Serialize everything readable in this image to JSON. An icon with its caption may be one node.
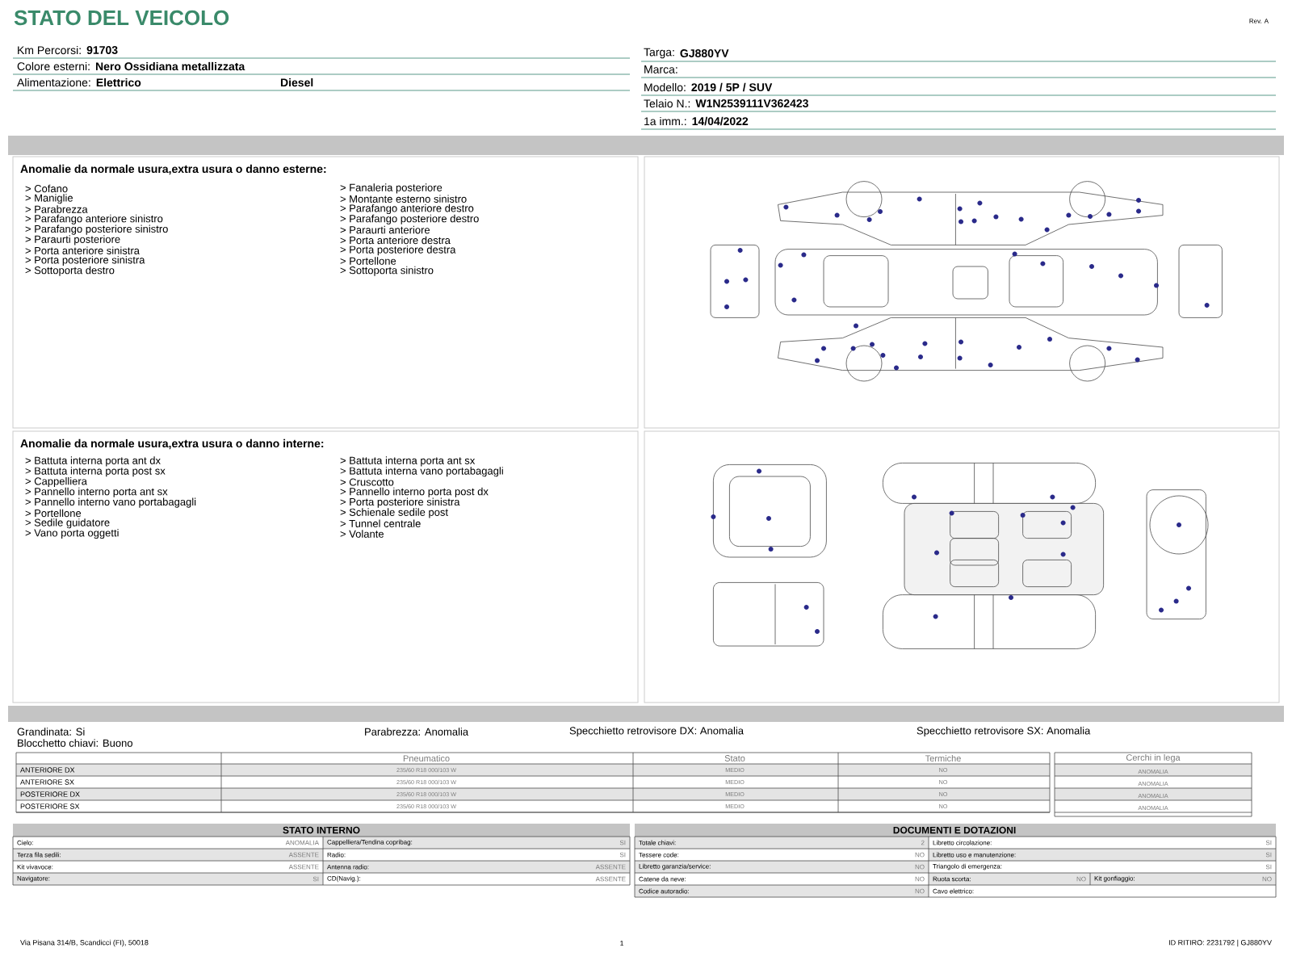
{
  "diagram": {
    "title": "STATO DEL VEICOLO",
    "labels": [
      "Rev. A",
      "Km Percorsi:",
      "91703",
      "Colore esterni:",
      "Nero Ossidiana metallizzata",
      "Alimentazione:",
      "Elettrico",
      "Diesel",
      "Targa:",
      "GJ880YV",
      "Marca:",
      "Modello:",
      "2019 / 5P / SUV",
      "Telaio N.:",
      "W1N2539111V362423",
      "1a imm.:",
      "14/04/2022",
      "Anomalie da normale usura,extra usura o danno esterne:",
      "> Cofano",
      "> Maniglie",
      "> Parabrezza",
      "> Parafango anteriore sinistro",
      "> Parafango posteriore sinistro",
      "> Paraurti posteriore",
      "> Porta anteriore sinistra",
      "> Porta posteriore sinistra",
      "> Sottoporta destro",
      "> Fanaleria posteriore",
      "> Montante esterno sinistro",
      "> Parafango anteriore destro",
      "> Parafango posteriore destro",
      "> Paraurti anteriore",
      "> Porta anteriore destra",
      "> Porta posteriore destra",
      "> Portellone",
      "> Sottoporta sinistro",
      "Anomalie da normale usura,extra usura o danno interne:",
      "> Battuta interna porta ant dx",
      "> Battuta interna porta post sx",
      "> Cappelliera",
      "> Pannello interno porta ant sx",
      "> Pannello interno vano portabagagli",
      "> Portellone",
      "> Sedile guidatore",
      "> Vano porta oggetti",
      "> Battuta interna porta ant sx",
      "> Battuta interna vano portabagagli",
      "> Cruscotto",
      "> Pannello interno porta post dx",
      "> Porta posteriore sinistra",
      "> Schienale sedile post",
      "> Tunnel centrale",
      "> Volante",
      "Grandinata: Si",
      "Parabrezza: Anomalia",
      "Specchietto retrovisore DX: Anomalia",
      "Specchietto retrovisore SX: Anomalia",
      "Blocchetto chiavi: Buono",
      "Pneumatico",
      "Stato",
      "Termiche",
      "Cerchi in lega",
      "ANTERIORE DX",
      "235/60 R18 000/103 W",
      "MEDIO",
      "NO",
      "ANOMALIA",
      "ANTERIORE SX",
      "235/60 R18 000/103 W",
      "MEDIO",
      "NO",
      "ANOMALIA",
      "POSTERIORE DX",
      "235/60 R18 000/103 W",
      "MEDIO",
      "NO",
      "ANOMALIA",
      "POSTERIORE SX",
      "235/60 R18 000/103 W",
      "MEDIO",
      "NO",
      "ANOMALIA",
      "STATO INTERNO",
      "Cielo:",
      "ANOMALIA",
      "Cappelliera/Tendina copribag:",
      "SI",
      "Terza fila sedili:",
      "ASSENTE",
      "Radio:",
      "SI",
      "Kit vivavoce:",
      "ASSENTE",
      "Antenna radio:",
      "ASSENTE",
      "Navigatore:",
      "SI",
      "CD(Navig.):",
      "ASSENTE",
      "DOCUMENTI E DOTAZIONI",
      "Totale chiavi:",
      "2",
      "Libretto circolazione:",
      "SI",
      "Tessere code:",
      "NO",
      "Libretto uso e manutenzione:",
      "SI",
      "Libretto garanzia/service:",
      "NO",
      "Triangolo di emergenza:",
      "SI",
      "Catene da neve:",
      "NO",
      "Ruota scorta:",
      "NO",
      "Kit gonfiaggio:",
      "NO",
      "Codice autoradio:",
      "NO",
      "Cavo elettrico:",
      "Via Pisana 314/B, Scandicci (FI), 50018",
      "1",
      "ID RITIRO: 2231792 | GJ880YV"
    ]
  }
}
